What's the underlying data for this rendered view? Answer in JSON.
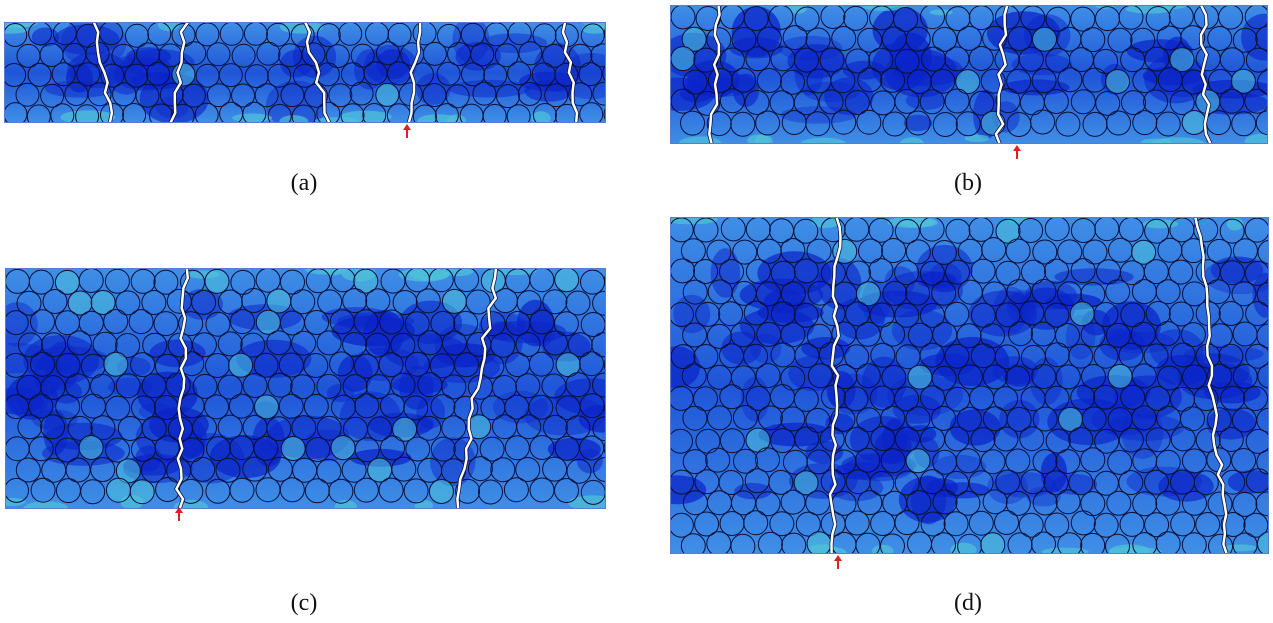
{
  "panels": [
    {
      "id": "a",
      "caption": "(a)"
    },
    {
      "id": "b",
      "caption": "(b)"
    },
    {
      "id": "c",
      "caption": "(c)"
    },
    {
      "id": "d",
      "caption": "(d)"
    }
  ],
  "colors": {
    "matrix_light": "#3f8fe6",
    "matrix_mid": "#1f55d8",
    "matrix_dark": "#0b24c8",
    "edge_cyan": "#4fc3d9",
    "fiber_outline": "#0a0f3a",
    "crack": "#ffffff",
    "arrow": "#e02020"
  }
}
